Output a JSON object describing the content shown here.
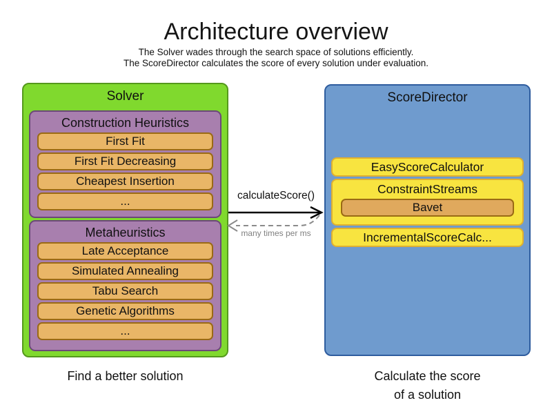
{
  "title": "Architecture overview",
  "subtitle_line1": "The Solver wades through the search space of solutions efficiently.",
  "subtitle_line2": "The ScoreDirector calculates the score of every solution under evaluation.",
  "solver": {
    "title": "Solver",
    "caption": "Find a better solution",
    "construction_heuristics": {
      "title": "Construction Heuristics",
      "items": [
        "First Fit",
        "First Fit Decreasing",
        "Cheapest Insertion",
        "..."
      ]
    },
    "metaheuristics": {
      "title": "Metaheuristics",
      "items": [
        "Late Acceptance",
        "Simulated Annealing",
        "Tabu Search",
        "Genetic Algorithms",
        "..."
      ]
    }
  },
  "score_director": {
    "title": "ScoreDirector",
    "caption_line1": "Calculate the score",
    "caption_line2": "of a solution",
    "calculators": [
      {
        "label": "EasyScoreCalculator"
      },
      {
        "label": "ConstraintStreams",
        "sub": "Bavet"
      },
      {
        "label": "IncrementalScoreCalc..."
      }
    ]
  },
  "connection": {
    "call_label": "calculateScore()",
    "frequency_label": "many times per ms"
  },
  "colors": {
    "solver_fill": "#80d92e",
    "solver_border": "#55981c",
    "phase_fill": "#a87fae",
    "phase_border": "#6b4878",
    "item_fill": "#e9b667",
    "item_border": "#9a6a14",
    "bavet_fill": "#e0a95d",
    "director_fill": "#6f9bce",
    "director_border": "#2e5c9e",
    "calculator_fill": "#f8e440",
    "calculator_border": "#e0b02f",
    "arrow_solid": "#000000",
    "arrow_dashed": "#8a8a8a"
  }
}
